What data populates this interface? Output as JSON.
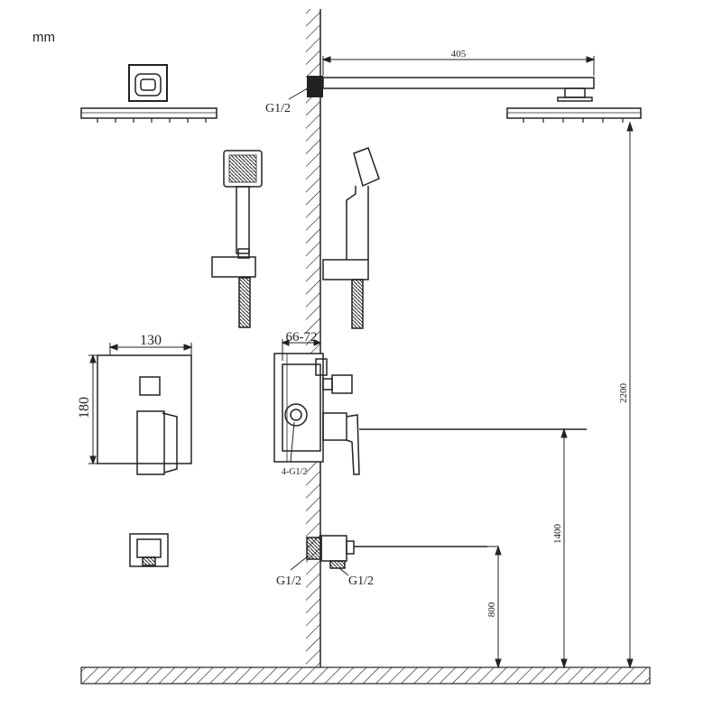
{
  "unit_label": "mm",
  "dimensions": {
    "arm_length": "405",
    "panel_width": "130",
    "panel_height": "180",
    "wall_depth": "66-72",
    "head_height": "2200",
    "valve_height": "1400",
    "outlet_height": "800"
  },
  "thread_labels": {
    "arm_thread": "G1/2",
    "valve_threads": "4-G1/2",
    "outlet_thread_left": "G1/2",
    "outlet_thread_right": "G1/2"
  },
  "colors": {
    "line": "#222222",
    "background": "#ffffff"
  }
}
